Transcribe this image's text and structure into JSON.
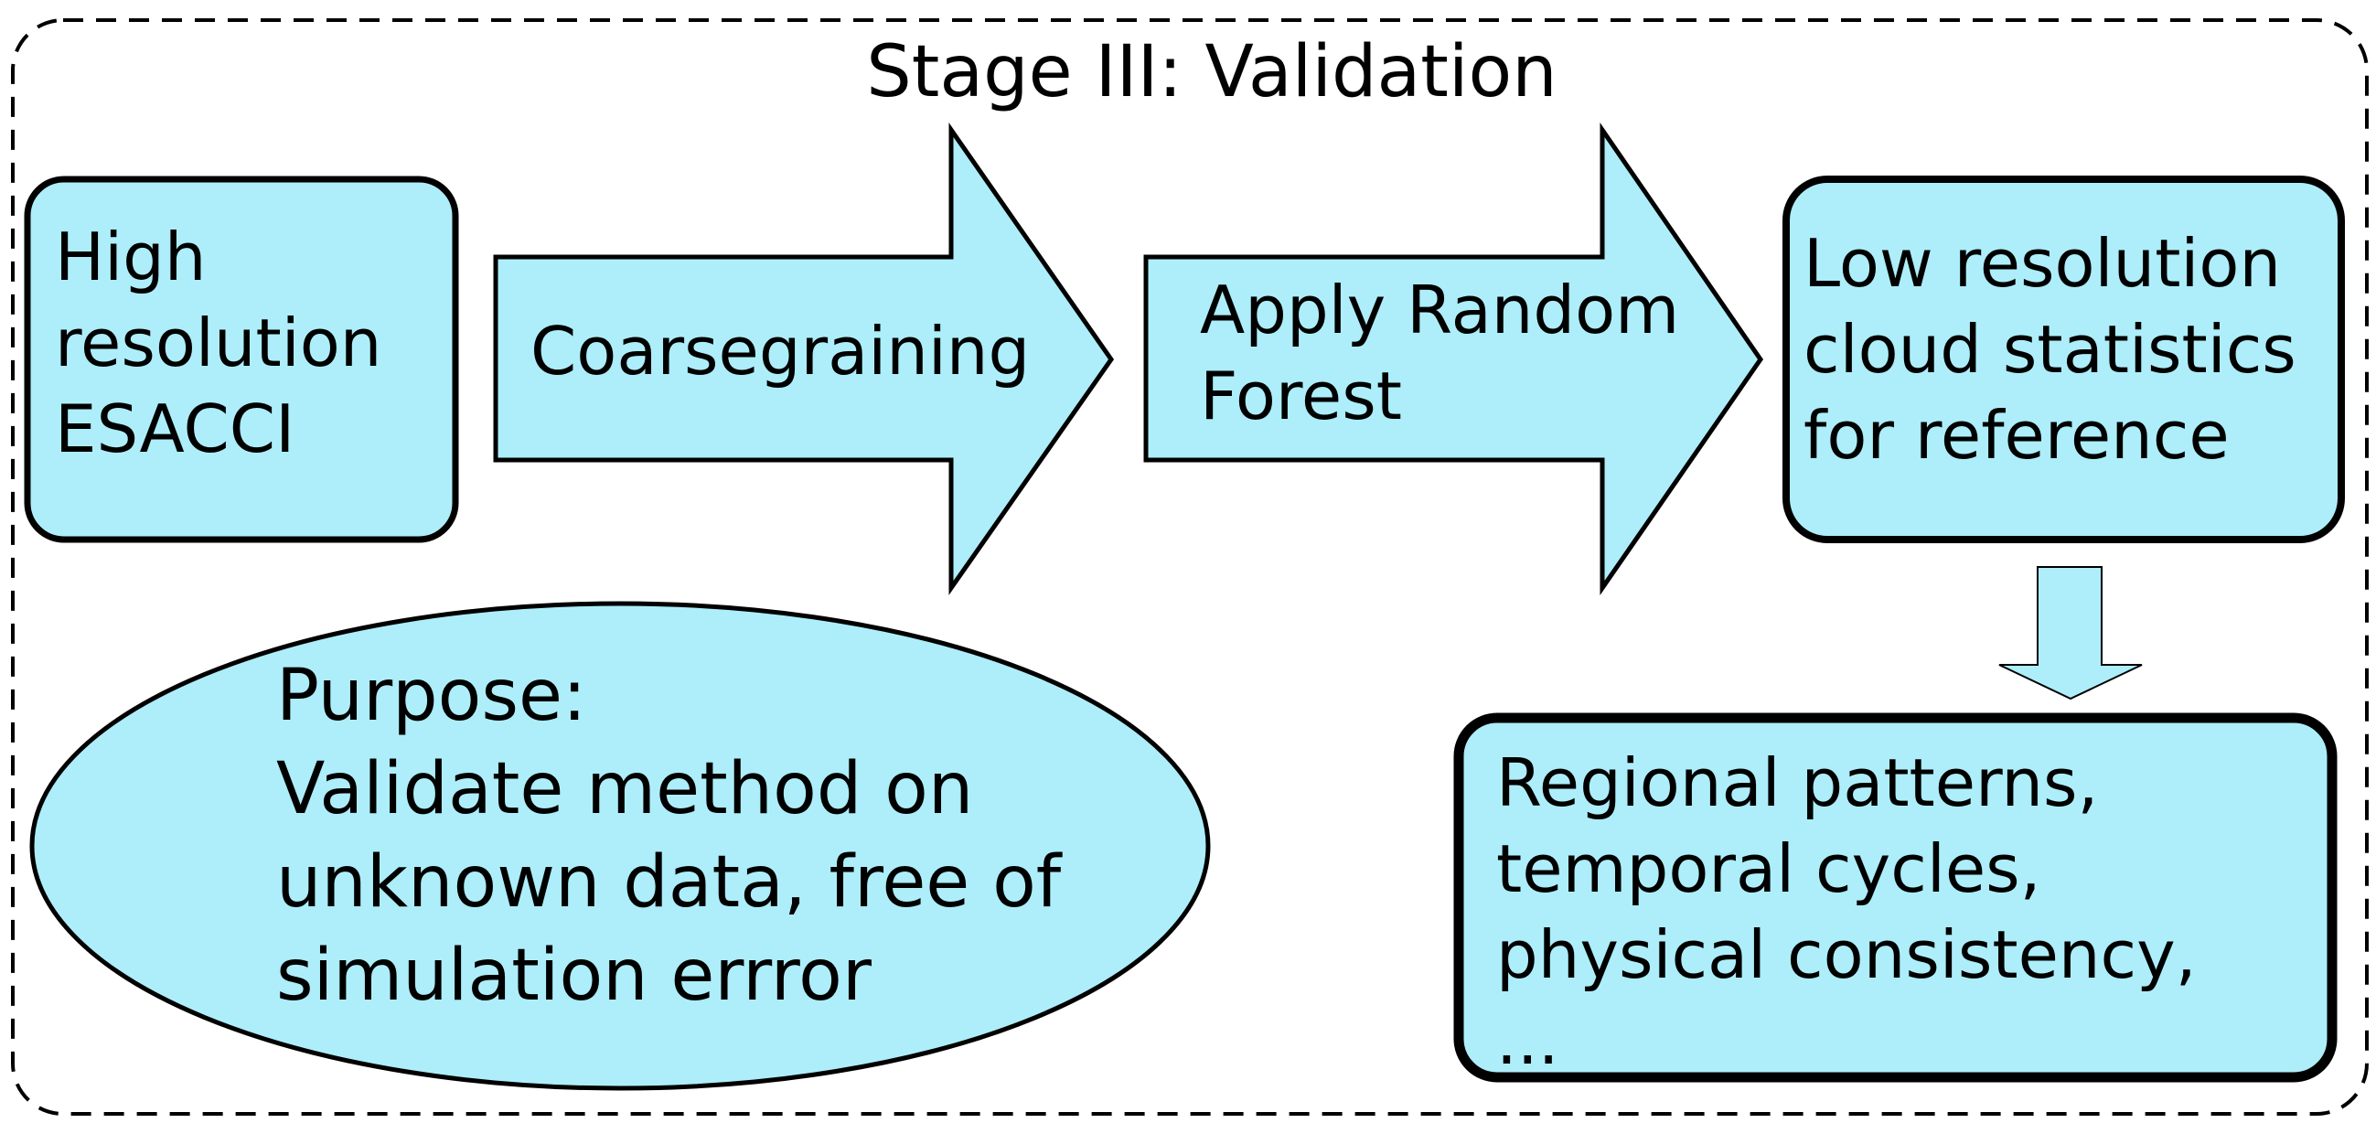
{
  "title": "Stage III: Validation",
  "colors": {
    "fill": "#adeefa",
    "stroke": "#000000",
    "background": "#ffffff"
  },
  "nodes": {
    "high_res": {
      "lines": [
        "High",
        "resolution",
        "ESACCI"
      ]
    },
    "coarsegraining": {
      "lines": [
        "Coarsegraining"
      ]
    },
    "random_forest": {
      "lines": [
        "Apply Random",
        "Forest"
      ]
    },
    "low_res": {
      "lines": [
        "Low resolution",
        "cloud statistics",
        "for reference"
      ]
    },
    "purpose": {
      "lines": [
        "Purpose:",
        "Validate method on",
        "unknown data, free of",
        "simulation errror"
      ]
    },
    "results": {
      "lines": [
        "Regional patterns,",
        "temporal cycles,",
        "physical consistency,",
        "..."
      ]
    }
  }
}
